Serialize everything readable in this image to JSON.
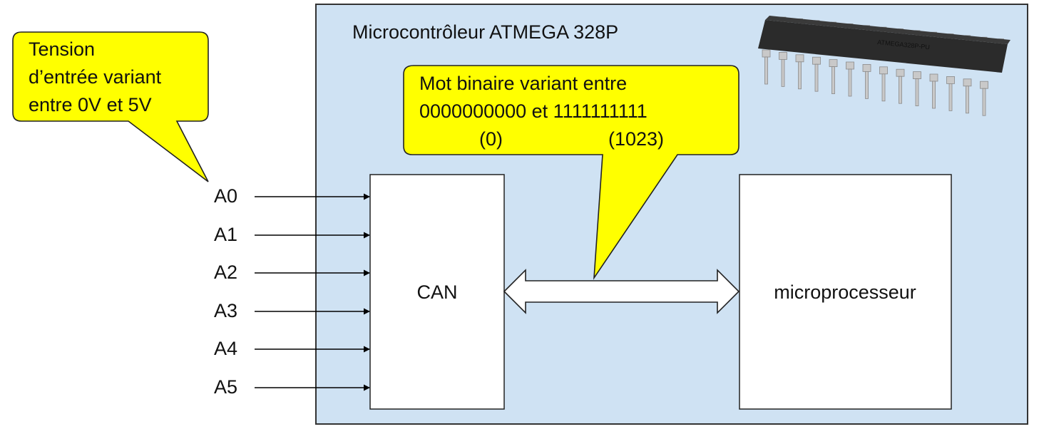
{
  "microcontroller": {
    "title": "Microcontrôleur ATMEGA 328P"
  },
  "input_callout": {
    "lines": [
      "Tension",
      "d’entrée variant",
      "entre 0V et 5V"
    ]
  },
  "binary_callout": {
    "lines": [
      "Mot binaire variant entre",
      "0000000000 et 1111111111"
    ],
    "min_label": "(0)",
    "max_label": "(1023)"
  },
  "pins": [
    "A0",
    "A1",
    "A2",
    "A3",
    "A4",
    "A5"
  ],
  "blocks": {
    "can_label": "CAN",
    "cpu_label": "microprocesseur"
  },
  "chip_image": {
    "icon": "dip-28-chip-icon",
    "pin_count_per_row": 14
  },
  "colors": {
    "mcu_background": "#cfe2f3",
    "callout_fill": "#ffff00"
  }
}
